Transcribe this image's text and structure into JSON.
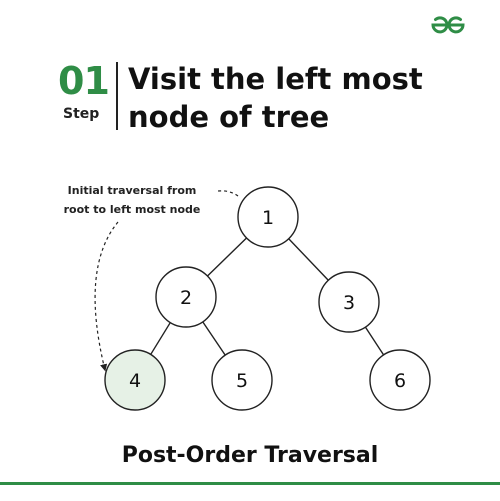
{
  "brand": {
    "logo_icon": "geeksforgeeks-logo-icon",
    "color": "#2f8d46"
  },
  "step": {
    "number": "01",
    "word": "Step"
  },
  "heading": {
    "line1": "Visit the left most",
    "line2": "node of tree"
  },
  "annotation": {
    "line1": "Initial traversal from",
    "line2": "root to left most node"
  },
  "tree": {
    "nodes": [
      {
        "id": "n1",
        "label": "1"
      },
      {
        "id": "n2",
        "label": "2"
      },
      {
        "id": "n3",
        "label": "3"
      },
      {
        "id": "n4",
        "label": "4",
        "highlighted": true
      },
      {
        "id": "n5",
        "label": "5"
      },
      {
        "id": "n6",
        "label": "6"
      }
    ],
    "edges": [
      [
        "n1",
        "n2"
      ],
      [
        "n1",
        "n3"
      ],
      [
        "n2",
        "n4"
      ],
      [
        "n2",
        "n5"
      ],
      [
        "n3",
        "n6"
      ]
    ],
    "highlight_color": "#e6f1e6"
  },
  "caption": "Post-Order Traversal"
}
